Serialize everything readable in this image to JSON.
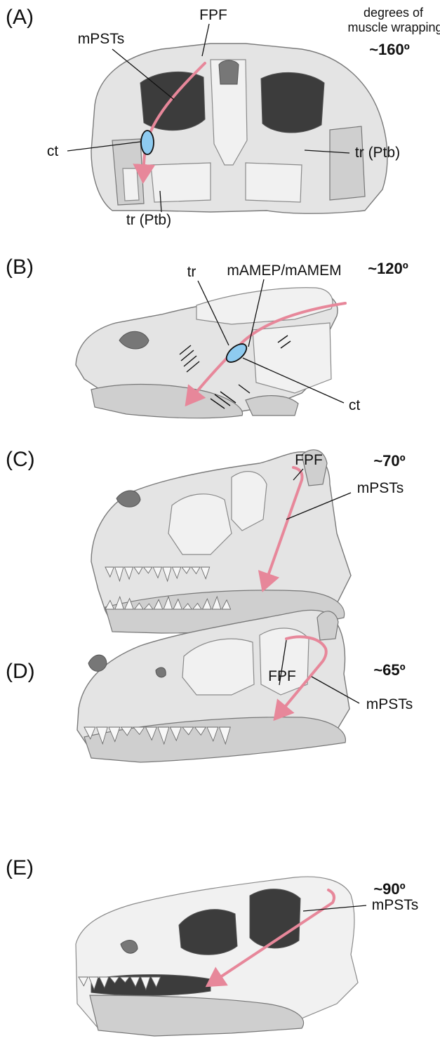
{
  "header": {
    "caption": "degrees of\nmuscle wrapping",
    "caption_color": "#ee2222"
  },
  "colors": {
    "muscle": "#e7879a",
    "tendon": "#8ecbf0",
    "degree": "#ee2222"
  },
  "panels": [
    {
      "id": "A",
      "letter": "(A)",
      "degree": "~160º",
      "labels": {
        "fpf": "FPF",
        "mpsts": "mPSTs",
        "ct": "ct",
        "tr_right": "tr (Ptb)",
        "tr_bottom": "tr (Ptb)"
      }
    },
    {
      "id": "B",
      "letter": "(B)",
      "degree": "~120º",
      "labels": {
        "tr": "tr",
        "mame": "mAMEP/mAMEM",
        "ct": "ct"
      }
    },
    {
      "id": "C",
      "letter": "(C)",
      "degree": "~70º",
      "labels": {
        "fpf": "FPF",
        "mpsts": "mPSTs"
      }
    },
    {
      "id": "D",
      "letter": "(D)",
      "degree": "~65º",
      "labels": {
        "fpf": "FPF",
        "mpsts": "mPSTs"
      }
    },
    {
      "id": "E",
      "letter": "(E)",
      "degree": "~90º",
      "labels": {
        "mpsts": "mPSTs"
      }
    }
  ]
}
